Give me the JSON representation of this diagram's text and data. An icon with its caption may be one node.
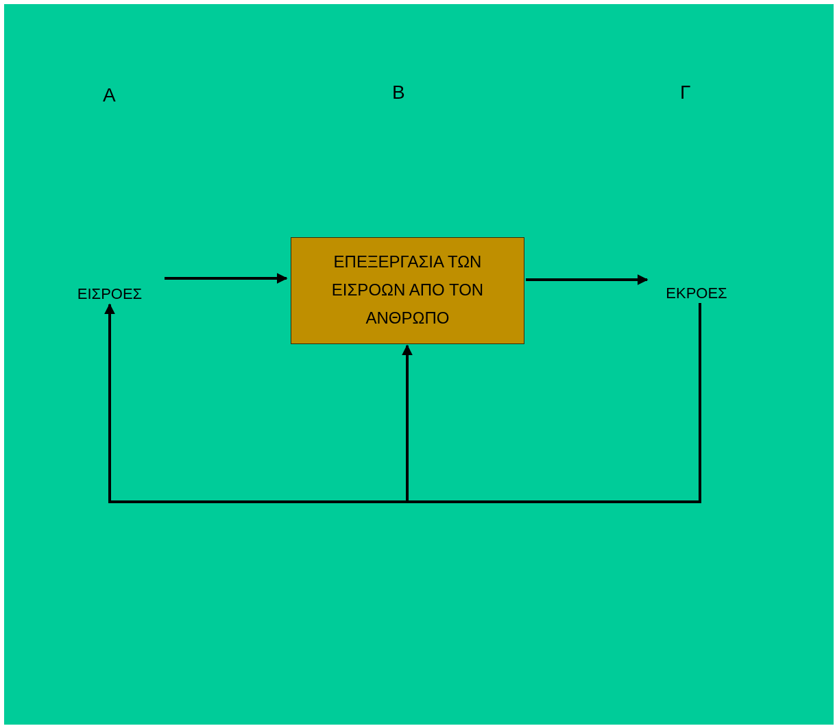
{
  "diagram": {
    "nodes": [
      {
        "text": [
          "ΕΙΣΡΟΕΣ"
        ]
      },
      {
        "text": [
          "ΕΠΕΞΕΡΓΑΣΙΑ ΤΩΝ ΕΙΣΡΟΩΝ ΑΠΟ ΤΟΝ ΑΝΘΡΩΠΟ"
        ]
      },
      {
        "text": [
          "ΕΚΡΟΕΣ"
        ]
      }
    ],
    "edges": [
      {
        "from": 0,
        "to": 1,
        "arrow": "to"
      },
      {
        "from": 1,
        "to": 2,
        "arrow": "to"
      },
      {
        "from": 2,
        "to": 0,
        "arrow": "to"
      },
      {
        "from": 2,
        "to": 1,
        "arrow": "to"
      }
    ],
    "labels": [
      "Α",
      "Β",
      "Γ"
    ]
  }
}
